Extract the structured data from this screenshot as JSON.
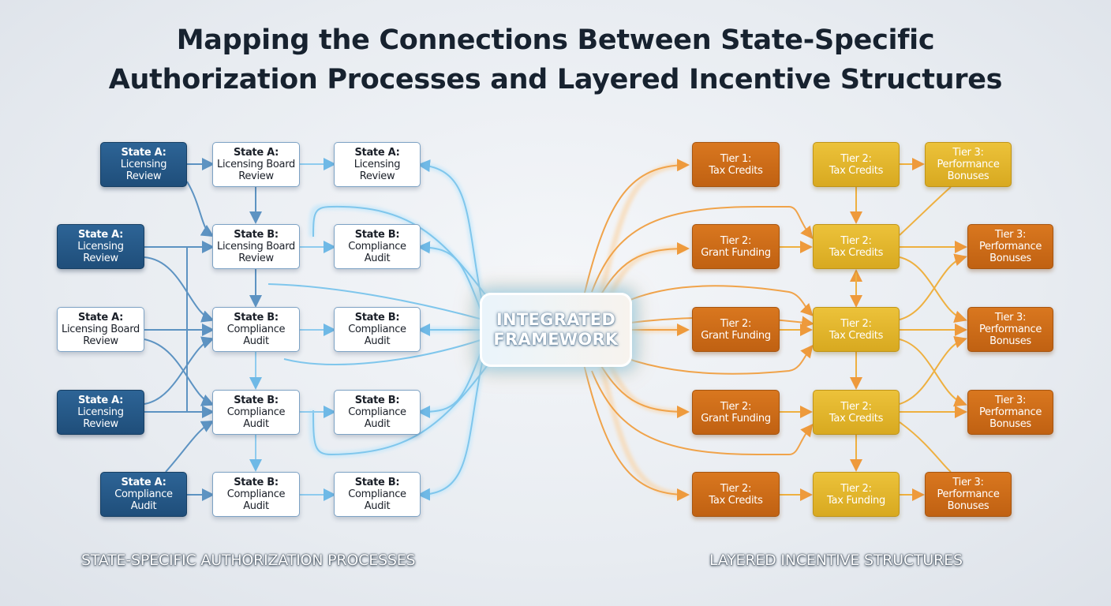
{
  "title": {
    "line1": "Mapping the Connections Between State-Specific",
    "line2": "Authorization Processes and Layered Incentive Structures"
  },
  "hub": {
    "line1": "INTEGRATED",
    "line2": "FRAMEWORK"
  },
  "footer": {
    "left": "STATE-SPECIFIC AUTHORIZATION PROCESSES",
    "right": "LAYERED INCENTIVE STRUCTURES"
  },
  "colors": {
    "dark_blue": "#1f4e7a",
    "white": "#ffffff",
    "light_blue_line": "#7fc6ec",
    "orange": "#c86816",
    "yellow": "#e0b12a",
    "orange_line": "#f0a34a"
  },
  "nodes": {
    "l0r0": {
      "title": "State A:",
      "sub": "Licensing Review"
    },
    "l0r1": {
      "title": "State A:",
      "sub": "Licensing Review"
    },
    "l0r2": {
      "title": "State A:",
      "sub": "Licensing Board Review"
    },
    "l0r3": {
      "title": "State A:",
      "sub": "Licensing Review"
    },
    "l0r4": {
      "title": "State A:",
      "sub": "Compliance Audit"
    },
    "l1r0": {
      "title": "State A:",
      "sub": "Licensing Board Review"
    },
    "l1r1": {
      "title": "State B:",
      "sub": "Licensing Board Review"
    },
    "l1r2": {
      "title": "State B:",
      "sub": "Compliance Audit"
    },
    "l1r3": {
      "title": "State B:",
      "sub": "Compliance Audit"
    },
    "l1r4": {
      "title": "State B:",
      "sub": "Compliance Audit"
    },
    "l2r0": {
      "title": "State A:",
      "sub": "Licensing Review"
    },
    "l2r1": {
      "title": "State B:",
      "sub": "Compliance Audit"
    },
    "l2r2": {
      "title": "State B:",
      "sub": "Compliance Audit"
    },
    "l2r3": {
      "title": "State B:",
      "sub": "Compliance Audit"
    },
    "l2r4": {
      "title": "State B:",
      "sub": "Compliance Audit"
    },
    "r0r0": {
      "title": "Tier 1:",
      "sub": "Tax Credits"
    },
    "r0r1": {
      "title": "Tier 2:",
      "sub": "Grant Funding"
    },
    "r0r2": {
      "title": "Tier 2:",
      "sub": "Grant Funding"
    },
    "r0r3": {
      "title": "Tier 2:",
      "sub": "Grant Funding"
    },
    "r0r4": {
      "title": "Tier 2:",
      "sub": "Tax Credits"
    },
    "r1r0": {
      "title": "Tier 2:",
      "sub": "Tax Credits"
    },
    "r1r1": {
      "title": "Tier 2:",
      "sub": "Tax Credits"
    },
    "r1r2": {
      "title": "Tier 2:",
      "sub": "Tax Credits"
    },
    "r1r3": {
      "title": "Tier 2:",
      "sub": "Tax Credits"
    },
    "r1r4": {
      "title": "Tier 2:",
      "sub": "Tax Funding"
    },
    "r2r0": {
      "title": "Tier 3:",
      "sub": "Performance Bonuses"
    },
    "r2r1": {
      "title": "Tier 3:",
      "sub": "Performance Bonuses"
    },
    "r2r2": {
      "title": "Tier 3:",
      "sub": "Performance Bonuses"
    },
    "r2r3": {
      "title": "Tier 3:",
      "sub": "Performance Bonuses"
    },
    "r2r4": {
      "title": "Tier 3:",
      "sub": "Performance Bonuses"
    }
  }
}
